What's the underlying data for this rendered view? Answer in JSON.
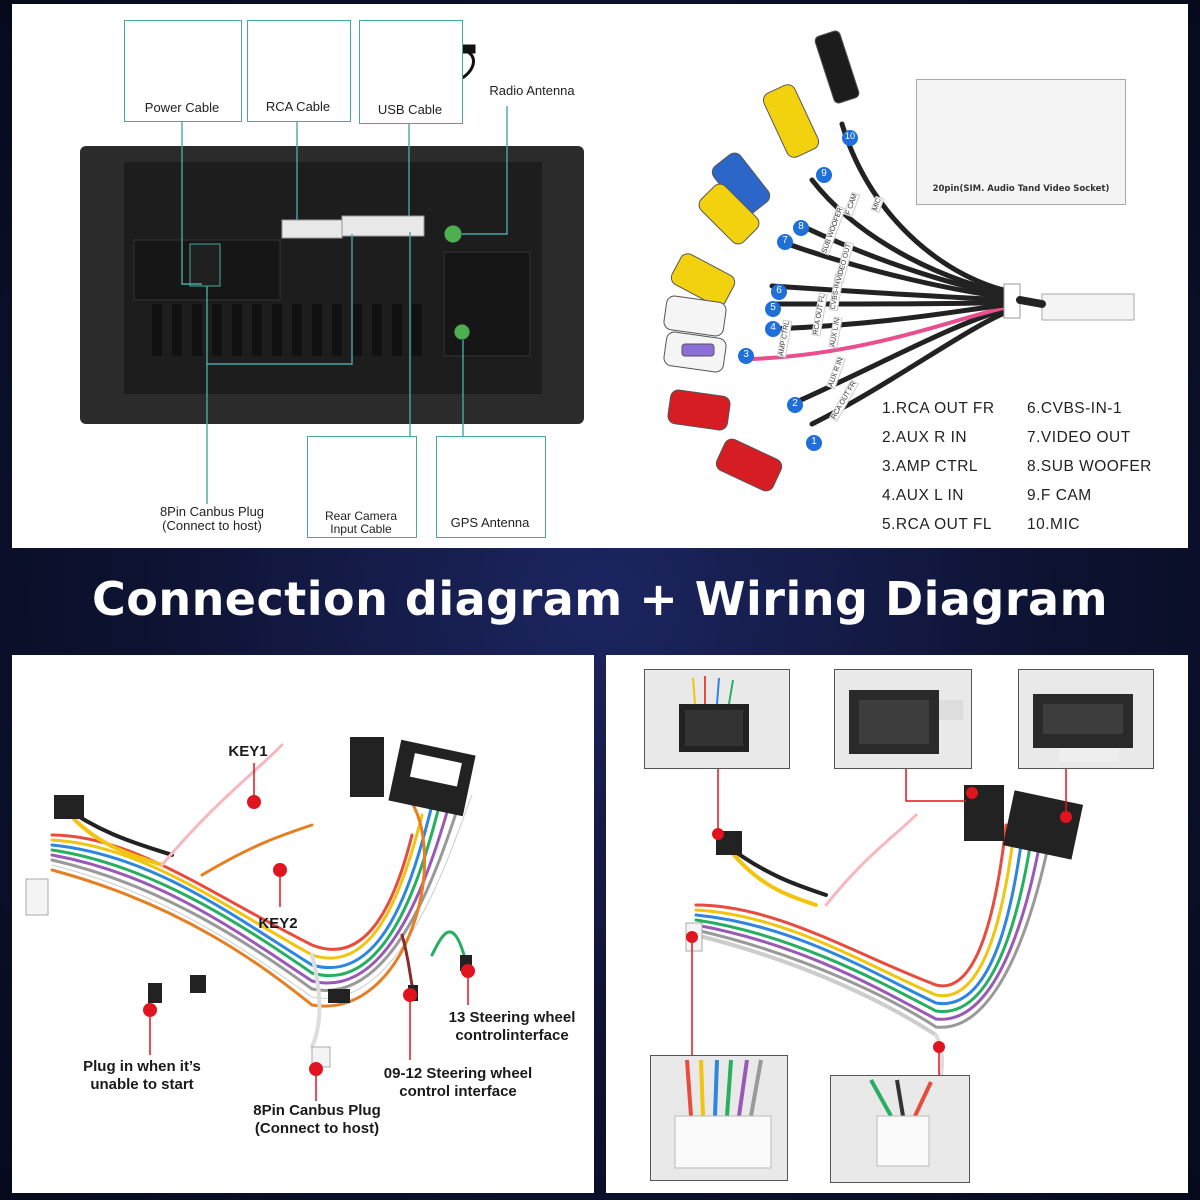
{
  "title": "Connection diagram + Wiring Diagram",
  "top_panel": {
    "accessories": {
      "power_cable": "Power Cable",
      "rca_cable": "RCA Cable",
      "usb_cable": "USB Cable",
      "radio_antenna": "Radio Antenna",
      "canbus_plug_line1": "8Pin Canbus Plug",
      "canbus_plug_line2": "(Connect to host)",
      "rear_camera_line1": "Rear Camera",
      "rear_camera_line2": "Input Cable",
      "gps_antenna": "GPS Antenna"
    },
    "socket_caption": "20pin(SIM. Audio Tand Video Socket)",
    "wire_numbers": [
      "1",
      "2",
      "3",
      "4",
      "5",
      "6",
      "7",
      "8",
      "9",
      "10"
    ],
    "wire_tags": [
      "RCA OUT FR",
      "AUX R IN",
      "AMP CTRL",
      "AUX L IN",
      "RCA OUT FL",
      "CVBS-IN-1",
      "VIDEO OUT",
      "SUB WOOFER",
      "F CAM",
      "MIC"
    ],
    "legend_left": [
      "1.RCA OUT FR",
      "2.AUX R IN",
      "3.AMP CTRL",
      "4.AUX L IN",
      "5.RCA OUT FL"
    ],
    "legend_right": [
      "6.CVBS-IN-1",
      "7.VIDEO OUT",
      "8.SUB WOOFER",
      "9.F CAM",
      "10.MIC"
    ]
  },
  "bottom_left": {
    "key1": "KEY1",
    "key2": "KEY2",
    "plug_start_line1": "Plug in when it’s",
    "plug_start_line2": "unable to start",
    "canbus_line1": "8Pin Canbus Plug",
    "canbus_line2": "(Connect to host)",
    "steer_0912_line1": "09-12 Steering wheel",
    "steer_0912_line2": "control interface",
    "steer_13_line1": "13 Steering wheel",
    "steer_13_line2": "controlinterface"
  },
  "colors": {
    "accent_teal": "#48a8a4",
    "marker_red": "#e0141e",
    "banner_bg": "#0d1230"
  },
  "icons": [
    "power-cable-icon",
    "rca-cable-icon",
    "usb-cable-icon",
    "rear-camera-cable-icon",
    "gps-antenna-icon",
    "connector-icon"
  ]
}
